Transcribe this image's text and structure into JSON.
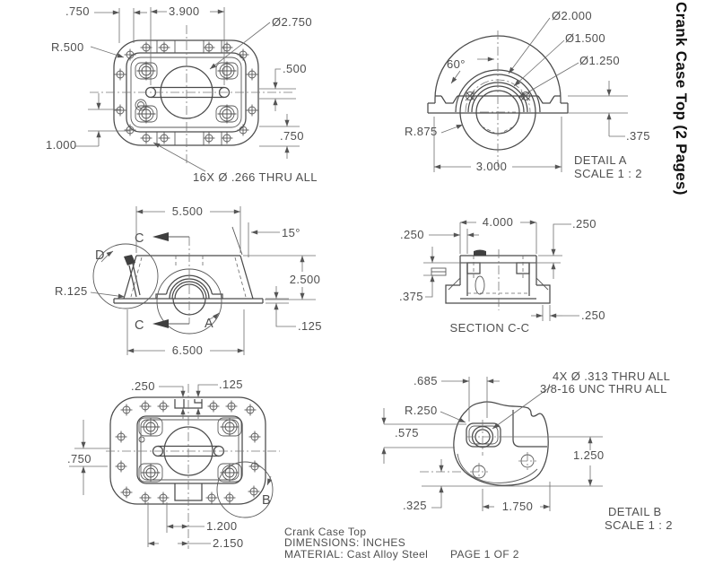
{
  "page": {
    "title_vertical": "Crank Case Top (2 Pages)"
  },
  "title_block": {
    "part_name": "Crank Case Top",
    "dimensions_note": "DIMENSIONS: INCHES",
    "material_note": "MATERIAL: Cast Alloy Steel",
    "page_note": "PAGE 1 OF 2"
  },
  "colors": {
    "line": "#4a4a4a",
    "dim_line": "#6e6e6e",
    "text": "#4f4f4f",
    "sidebar_text": "#111111",
    "background": "#ffffff"
  },
  "views": {
    "top_view": {
      "dims": {
        "width_750": ".750",
        "slot_3900": "3.900",
        "bore_dia": "Ø2.750",
        "corner_radius": "R.500",
        "offset_500": ".500",
        "offset_1000": "1.000",
        "flange_750": ".750",
        "holes_note": "16X Ø .266 THRU ALL"
      }
    },
    "detail_a": {
      "label": "DETAIL A",
      "scale": "SCALE 1 : 2",
      "dims": {
        "dia_2000": "Ø2.000",
        "dia_1500": "Ø1.500",
        "dia_1250": "Ø1.250",
        "angle_60": "60°",
        "radius_875": "R.875",
        "depth_375": ".375",
        "width_3000": "3.000"
      }
    },
    "side_view": {
      "dims": {
        "top_5500": "5.500",
        "angle_15": "15°",
        "section_c": "C",
        "detail_d": "D",
        "radius_125": "R.125",
        "height_2500": "2.500",
        "plate_125": ".125",
        "base_6500": "6.500",
        "detail_a_ref": "A"
      }
    },
    "section_cc": {
      "label": "SECTION C-C",
      "dims": {
        "width_4000": "4.000",
        "wall_250": ".250",
        "plate_250": ".250",
        "depth_375": ".375",
        "lip_250": ".250"
      }
    },
    "bottom_view": {
      "dims": {
        "notch_250": ".250",
        "notch_125": ".125",
        "flange_750": ".750",
        "offset_1200": "1.200",
        "offset_2150": "2.150",
        "detail_b_ref": "B"
      }
    },
    "detail_b": {
      "label": "DETAIL B",
      "scale": "SCALE 1 : 2",
      "dims": {
        "holes_note_1": "4X Ø .313 THRU ALL",
        "holes_note_2": "3/8-16 UNC  THRU ALL",
        "pad_685": ".685",
        "radius_250": "R.250",
        "pad_575": ".575",
        "offset_1250": "1.250",
        "offset_325": ".325",
        "offset_1750": "1.750"
      }
    }
  }
}
